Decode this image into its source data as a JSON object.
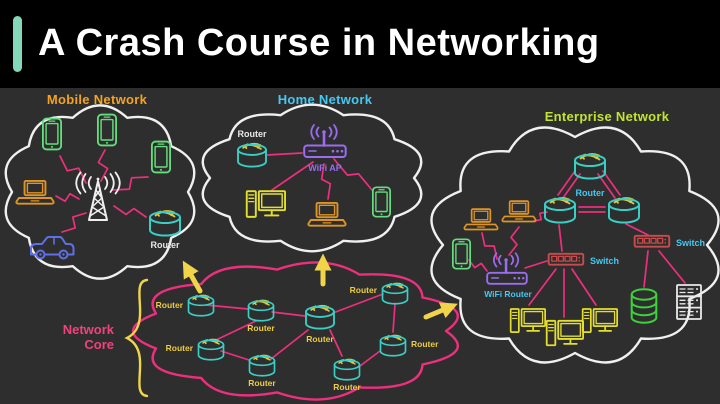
{
  "header": {
    "title": "A Crash Course in Networking"
  },
  "networks": {
    "mobile": {
      "label": "Mobile Network",
      "router_label": "Router",
      "devices": [
        "smartphone",
        "smartphone",
        "smartphone",
        "laptop",
        "car",
        "cell-tower",
        "router"
      ]
    },
    "home": {
      "label": "Home Network",
      "router_label": "Router",
      "wifi_ap_label": "WiFi AP",
      "devices": [
        "router",
        "wifi-access-point",
        "desktop-computer",
        "laptop",
        "smartphone"
      ]
    },
    "enterprise": {
      "label": "Enterprise Network",
      "router_label": "Router",
      "switch_label": "Switch",
      "wifi_router_label": "WiFi Router",
      "devices": [
        "router",
        "router",
        "router",
        "laptop",
        "laptop",
        "smartphone",
        "wifi-router",
        "switch",
        "switch",
        "desktop-computer",
        "desktop-computer",
        "desktop-computer",
        "database",
        "server-rack"
      ]
    },
    "core": {
      "label_line1": "Network",
      "label_line2": "Core",
      "router_label": "Router",
      "router_count": 8
    }
  },
  "palette": {
    "background": "#2e2e2e",
    "header_bg": "#000000",
    "accent_bar": "#84d7b8",
    "mobile_label": "#f5a320",
    "home_label": "#45c8f1",
    "enterprise_label": "#c3e431",
    "core_label": "#f3407f",
    "core_router_label": "#eccc41",
    "link_pink": "#ee2f7d",
    "arrow_yellow": "#f0d54a",
    "cloud_white": "#f0f0f0",
    "router_teal": "#38cfc4",
    "phone_green": "#64df7d",
    "laptop_orange": "#de9526",
    "desktop_yellow": "#e3df2c",
    "switch_red": "#c94b4b",
    "wifi_purple": "#9a6cf0",
    "database_green": "#3bd23b"
  }
}
